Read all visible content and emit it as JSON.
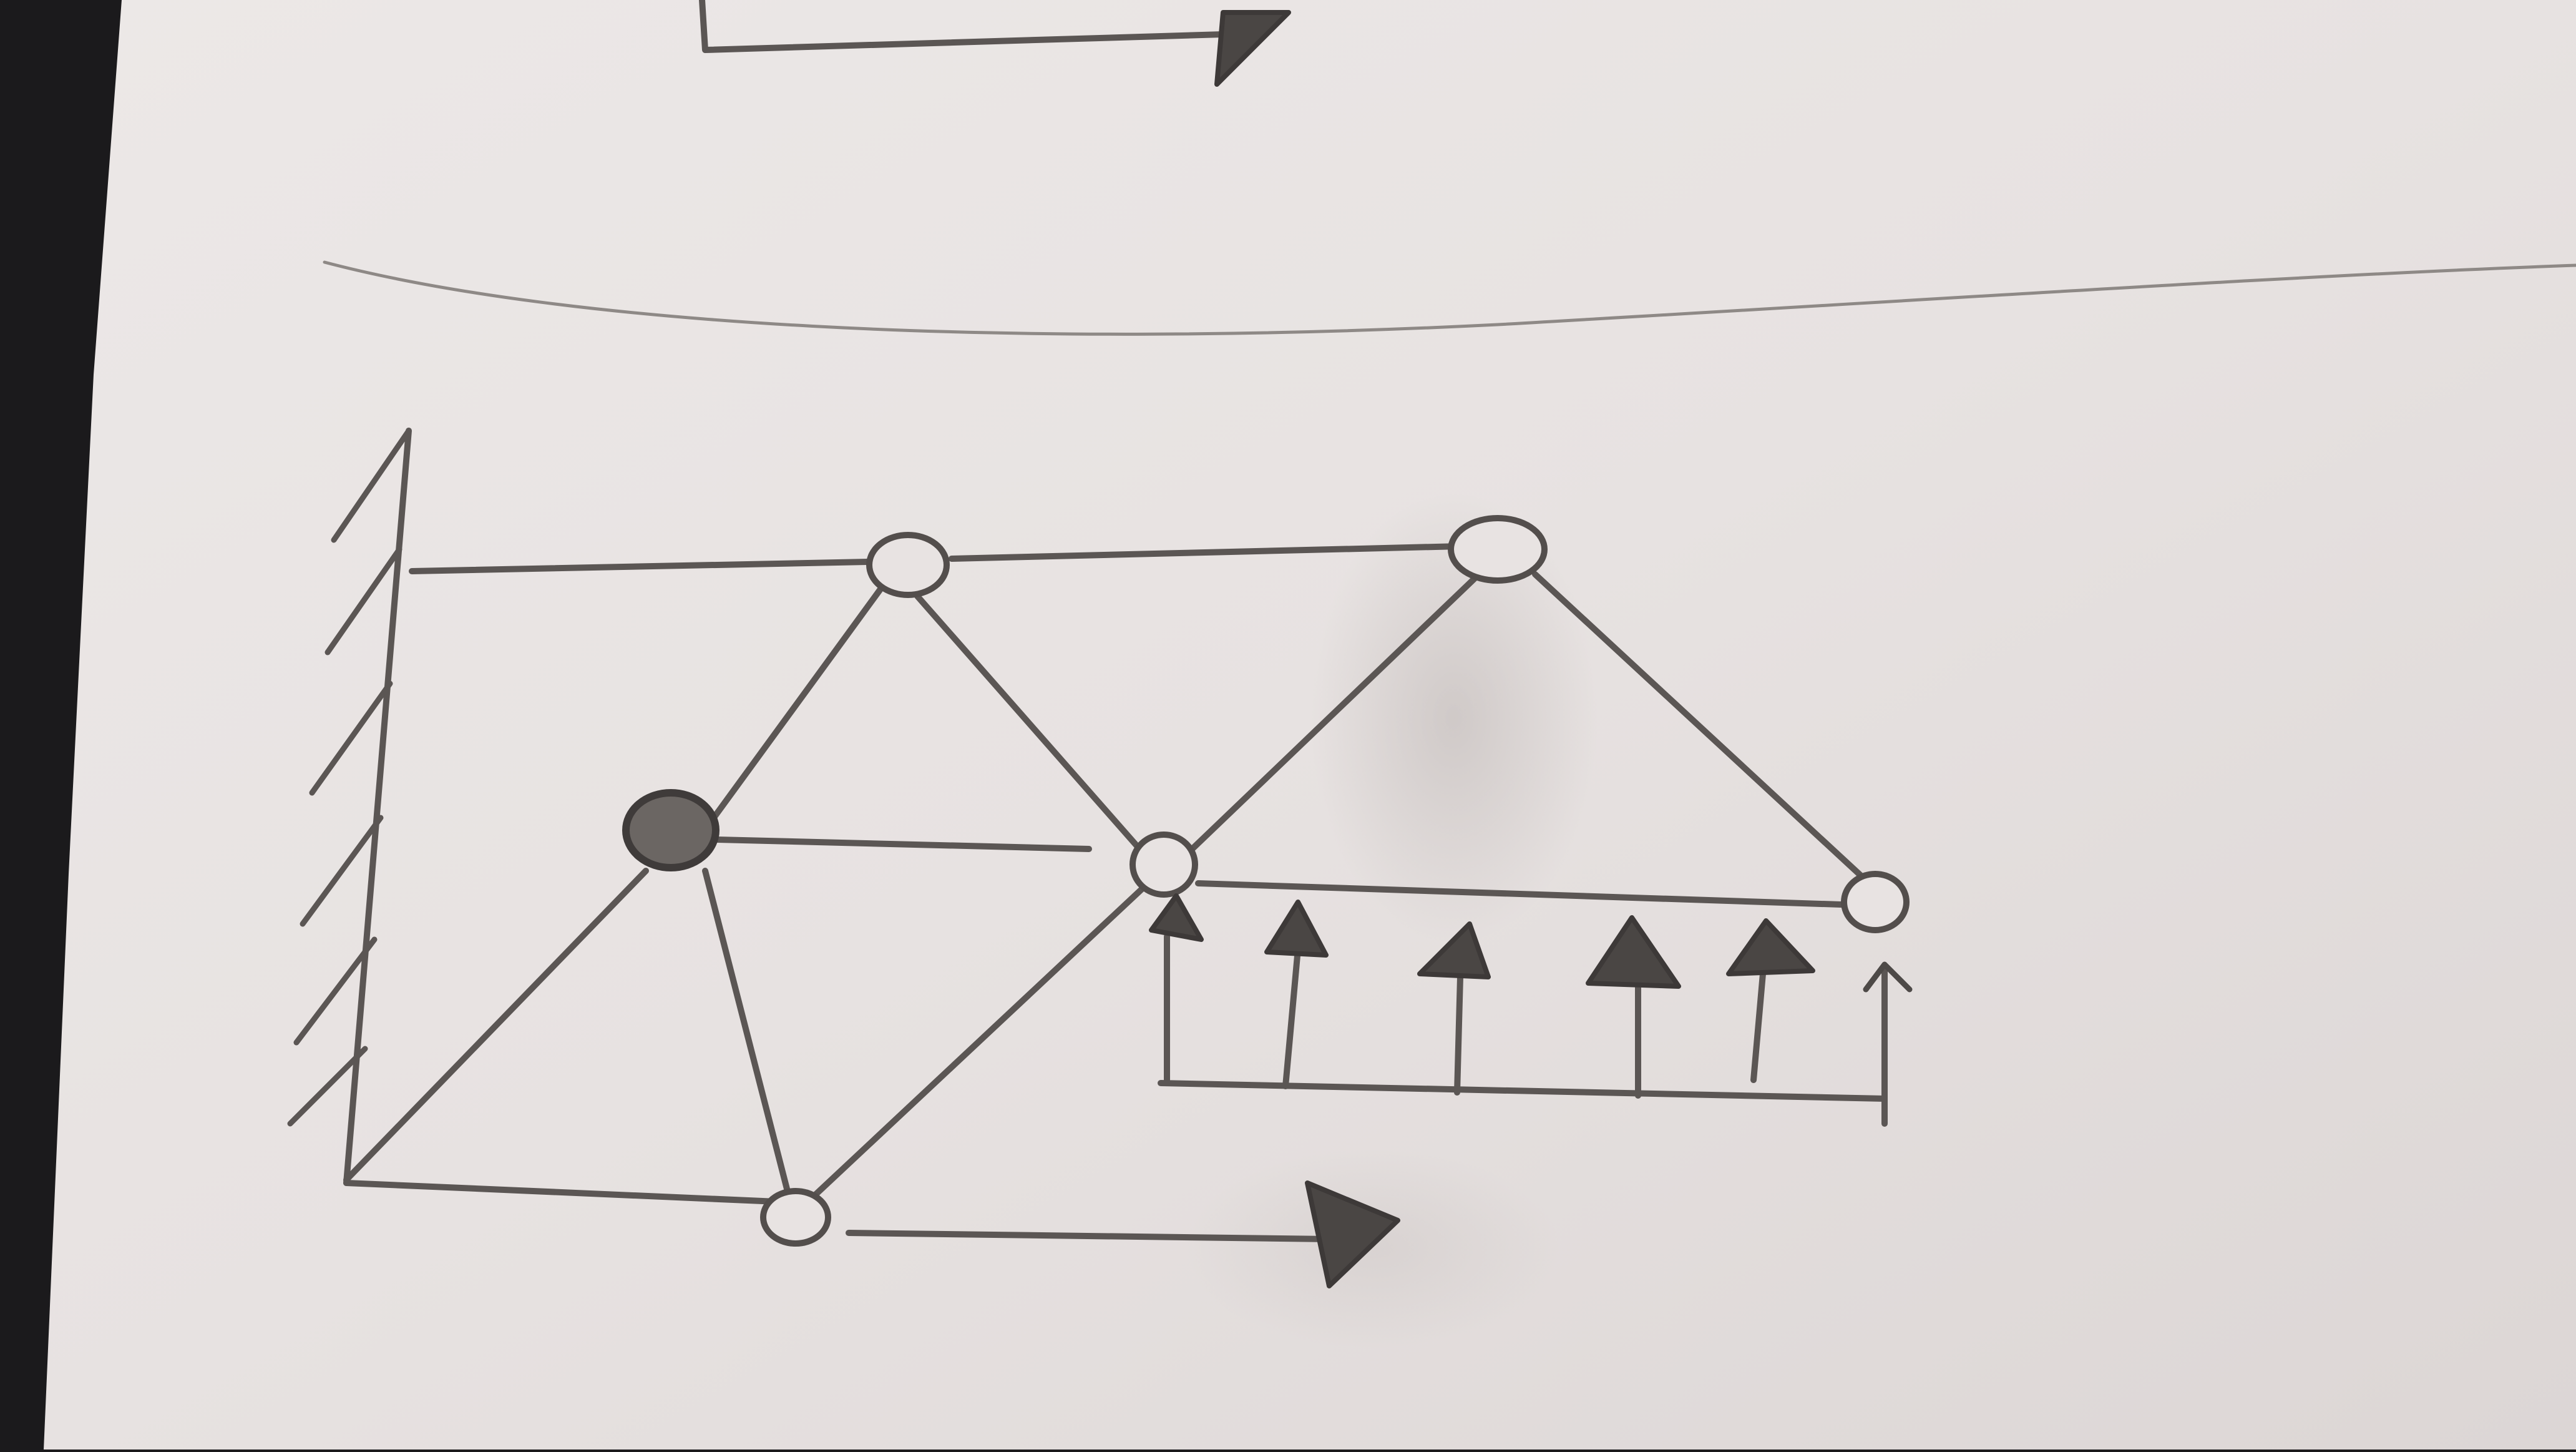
{
  "sheet": {
    "paper_color": "#e8e3e2",
    "pencil_color": "#5b5654",
    "desk_color": "#1b1a1c"
  },
  "sketch": {
    "type": "truss-structure-sketch",
    "elements": [
      "wall-support",
      "truss-members",
      "hinge-joints",
      "distributed-load-arrows",
      "horizontal-force-arrow"
    ]
  }
}
